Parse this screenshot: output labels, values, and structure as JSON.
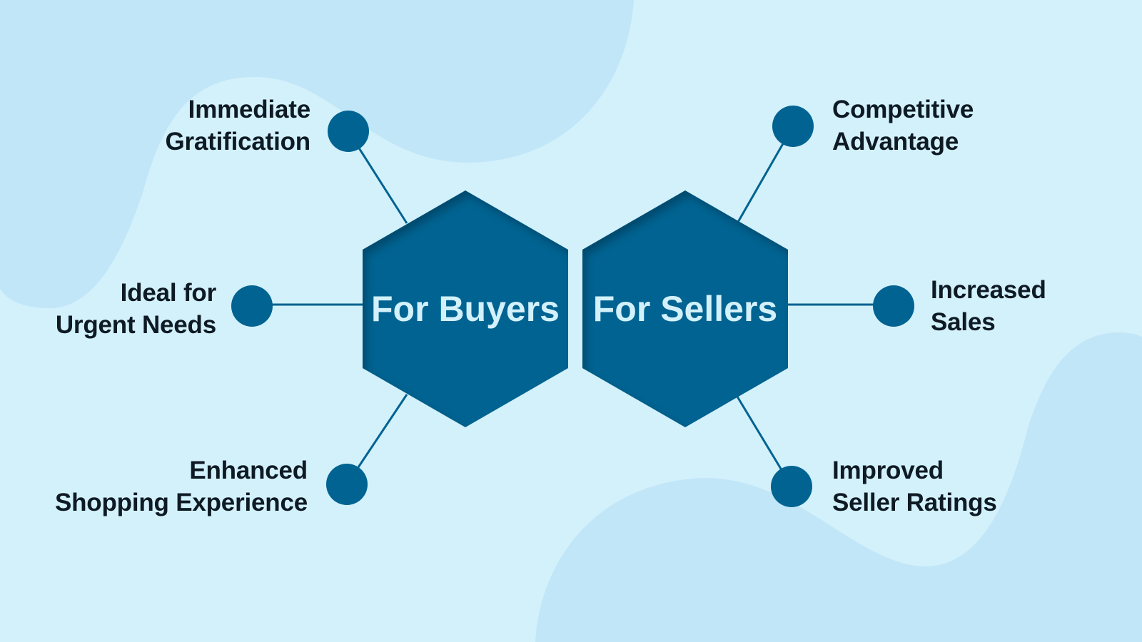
{
  "colors": {
    "background": "#d3f1fb",
    "blob": "#c1e6f8",
    "hexagon": "#006391",
    "hexagon_text": "#d3f1fb",
    "node": "#006391",
    "connector": "#006391",
    "label_text": "#0e1a24"
  },
  "hexagons": {
    "buyers": {
      "title": "For Buyers"
    },
    "sellers": {
      "title": "For Sellers"
    }
  },
  "buyer_benefits": [
    {
      "line1": "Immediate",
      "line2": "Gratification"
    },
    {
      "line1": "Ideal for",
      "line2": "Urgent Needs"
    },
    {
      "line1": "Enhanced",
      "line2": "Shopping Experience"
    }
  ],
  "seller_benefits": [
    {
      "line1": "Competitive",
      "line2": "Advantage"
    },
    {
      "line1": "Increased",
      "line2": "Sales"
    },
    {
      "line1": "Improved",
      "line2": "Seller Ratings"
    }
  ]
}
